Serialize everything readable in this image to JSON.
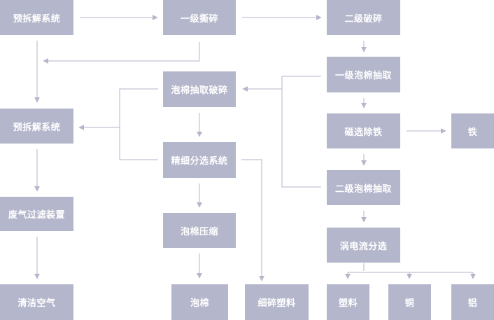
{
  "colors": {
    "box": "#b4b6cb",
    "line": "#b4b6cb",
    "text": "#ffffff"
  },
  "nodes": {
    "pre_disassembly_top": "预拆解系统",
    "primary_shred": "一级撕碎",
    "secondary_crush": "二级破碎",
    "primary_foam_extract": "一级泡棉抽取",
    "foam_extract_crush": "泡棉抽取破碎",
    "pre_disassembly_mid": "预拆解系统",
    "magnetic_separation": "磁选除铁",
    "iron": "铁",
    "fine_sorting": "精细分选系统",
    "exhaust_filter": "废气过滤装置",
    "secondary_foam_extract": "二级泡棉抽取",
    "foam_compress": "泡棉压缩",
    "eddy_current": "涡电流分选",
    "clean_air": "清洁空气",
    "foam": "泡棉",
    "fine_plastic": "细碎塑料",
    "plastic": "塑料",
    "copper": "铜",
    "aluminum": "铝"
  }
}
